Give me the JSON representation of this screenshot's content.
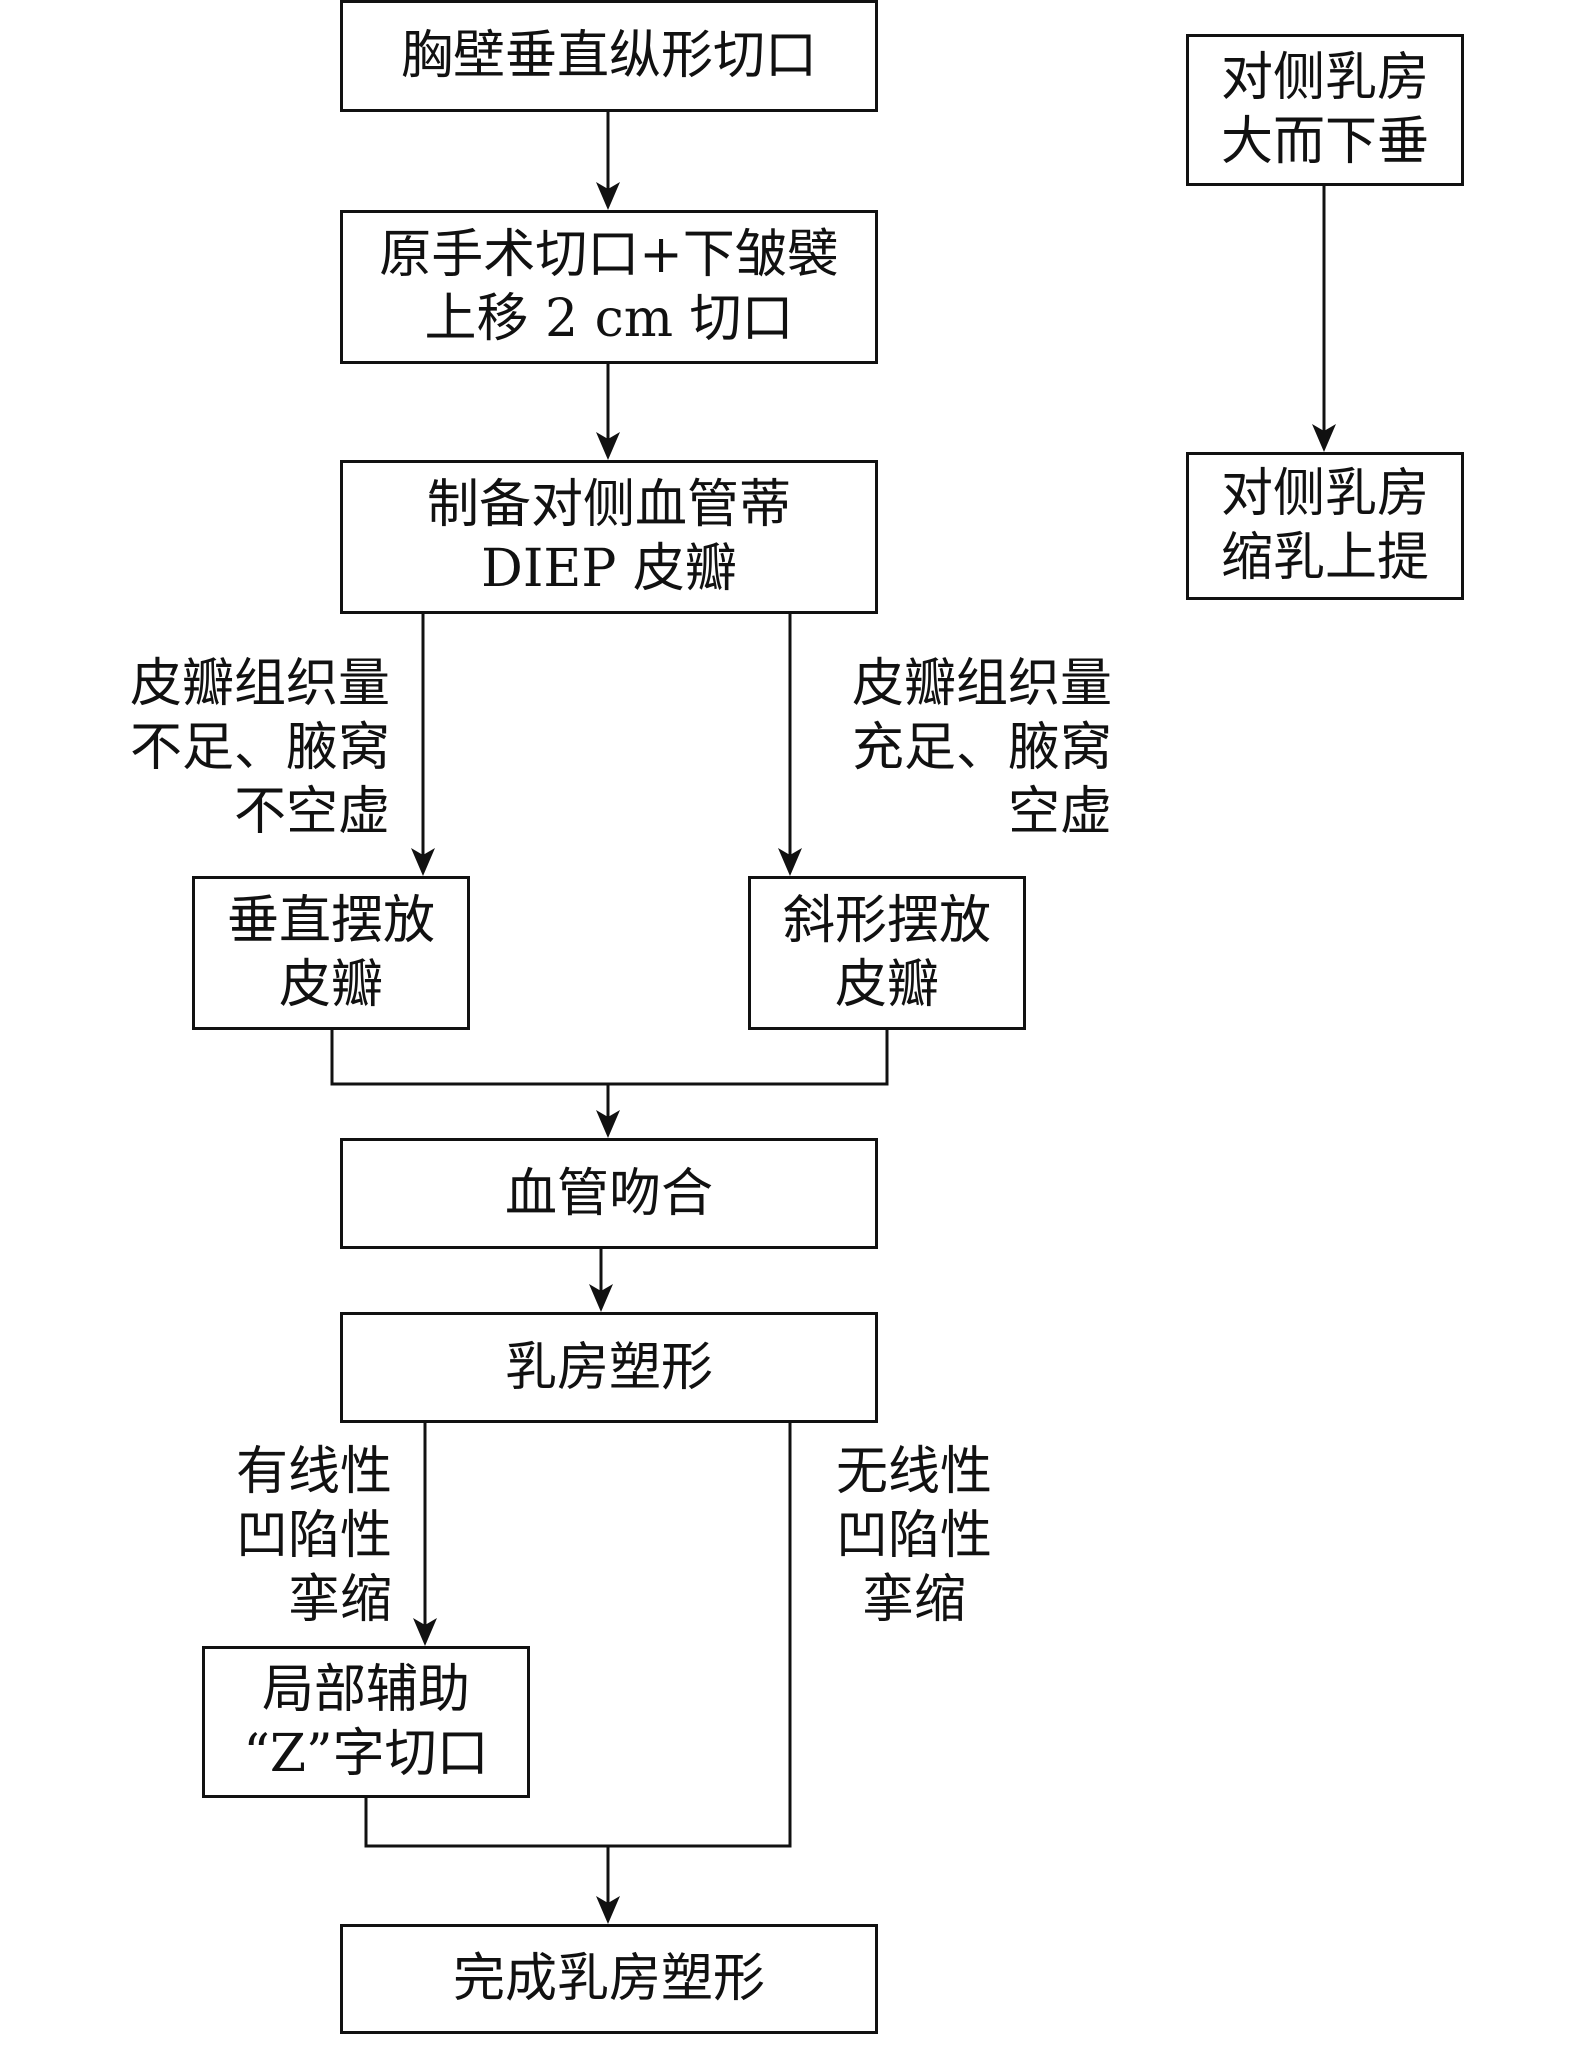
{
  "boxes": {
    "chest_incision": [
      "胸壁垂直纵形切口"
    ],
    "original_incision": [
      "原手术切口+下皱襞",
      "上移 2 cm 切口"
    ],
    "prepare_flap": [
      "制备对侧血管蒂",
      "DIEP 皮瓣"
    ],
    "vertical_flap": [
      "垂直摆放",
      "皮瓣"
    ],
    "oblique_flap": [
      "斜形摆放",
      "皮瓣"
    ],
    "vascular_anastomosis": [
      "血管吻合"
    ],
    "breast_shaping": [
      "乳房塑形"
    ],
    "z_incision": [
      "局部辅助",
      "“Z”字切口"
    ],
    "complete_shaping": [
      "完成乳房塑形"
    ],
    "contralateral_large": [
      "对侧乳房",
      "大而下垂"
    ],
    "contralateral_reduction": [
      "对侧乳房",
      "缩乳上提"
    ]
  },
  "conditions": {
    "flap_insufficient": [
      "皮瓣组织量",
      "不足、腋窝",
      "不空虚"
    ],
    "flap_sufficient": [
      "皮瓣组织量",
      "充足、腋窝",
      "空虚"
    ],
    "has_contracture": [
      "有线性",
      "凹陷性",
      "挛缩"
    ],
    "no_contracture": [
      "无线性",
      "凹陷性",
      "挛缩"
    ]
  }
}
